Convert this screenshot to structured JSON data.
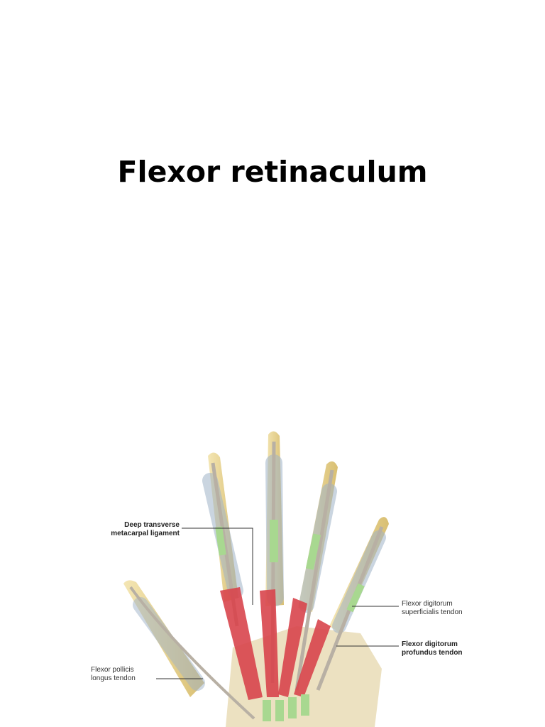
{
  "slide": {
    "title": "Flexor retinaculum"
  },
  "figure": {
    "labels": {
      "deep_transverse": "Deep transverse metacarpal ligament",
      "fds": "Flexor digitorum superficialis tendon",
      "fdp": "Flexor digitorum profundus tendon",
      "fpl": "Flexor pollicis longus tendon"
    },
    "colors": {
      "bone": "#e8d49a",
      "tendon": "#b8b0a4",
      "sheath": "#9fb3c8",
      "muscle": "#d8454c",
      "green": "#a8d890"
    }
  }
}
